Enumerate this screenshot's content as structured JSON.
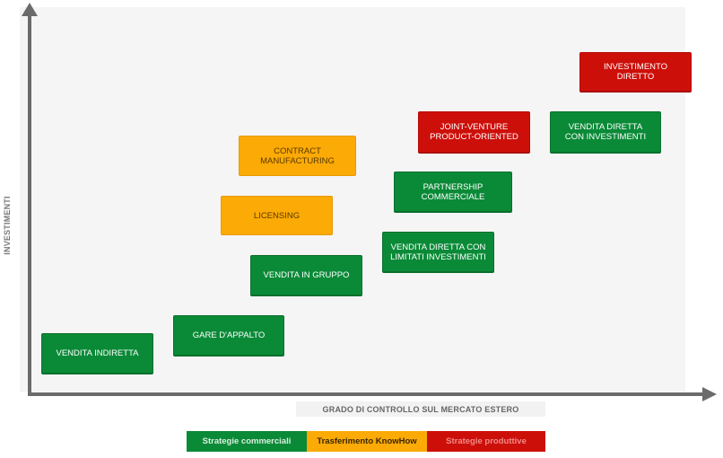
{
  "axes": {
    "y_label": "INVESTIMENTI",
    "x_label": "GRADO DI CONTROLLO SUL MERCATO ESTERO"
  },
  "strategies": [
    {
      "label": "VENDITA INDIRETTA",
      "category": "commercial"
    },
    {
      "label": "GARE D'APPALTO",
      "category": "commercial"
    },
    {
      "label": "VENDITA IN GRUPPO",
      "category": "commercial"
    },
    {
      "label": "LICENSING",
      "category": "knowhow"
    },
    {
      "label": "CONTRACT MANUFACTURING",
      "category": "knowhow"
    },
    {
      "label": "VENDITA DIRETTA CON\nLIMITATI INVESTIMENTI",
      "category": "commercial"
    },
    {
      "label": "PARTNERSHIP COMMERCIALE",
      "category": "commercial"
    },
    {
      "label": "JOINT-VENTURE\nPRODUCT-ORIENTED",
      "category": "productive"
    },
    {
      "label": "VENDITA DIRETTA\nCON INVESTIMENTI",
      "category": "commercial"
    },
    {
      "label": "INVESTIMENTO DIRETTO",
      "category": "productive"
    }
  ],
  "legend": [
    {
      "label": "Strategie commerciali",
      "color": "#0a8a37"
    },
    {
      "label": "Trasferimento KnowHow",
      "color": "#fbaa06"
    },
    {
      "label": "Strategie produttive",
      "color": "#cd0f0a"
    }
  ]
}
